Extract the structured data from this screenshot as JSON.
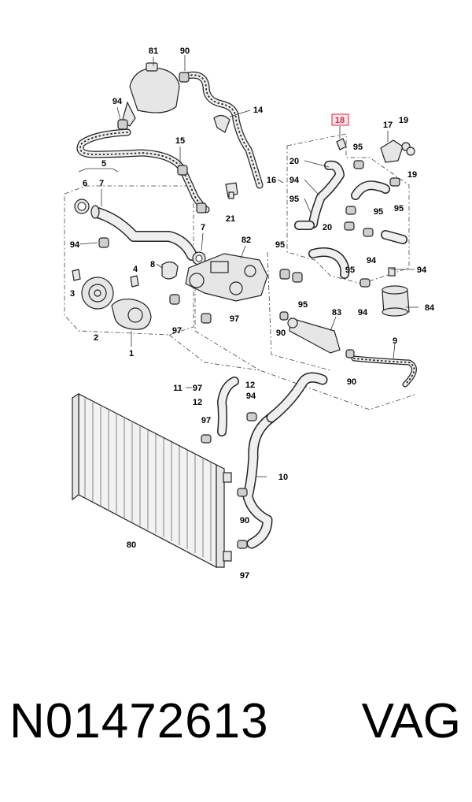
{
  "diagram": {
    "highlighted_label": "18",
    "labels": {
      "l81": "81",
      "l90a": "90",
      "l94a": "94",
      "l14": "14",
      "l18": "18",
      "l17": "17",
      "l19a": "19",
      "l19b": "19",
      "l15": "15",
      "l95a": "95",
      "l5": "5",
      "l6": "6",
      "l7a": "7",
      "l16": "16",
      "l20a": "20",
      "l94b": "94",
      "l95b": "95",
      "l95c": "95",
      "l21": "21",
      "l7b": "7",
      "l95d": "95",
      "l20b": "20",
      "l94c": "94",
      "l8": "8",
      "l82": "82",
      "l95e": "95",
      "l95f": "95",
      "l94d": "94",
      "l94e": "94",
      "l3": "3",
      "l4": "4",
      "l95g": "95",
      "l94f": "94",
      "l84": "84",
      "l97a": "97",
      "l97b": "97",
      "l2": "2",
      "l90b": "90",
      "l83": "83",
      "l9": "9",
      "l1": "1",
      "l90c": "90",
      "l11": "11",
      "l97c": "97",
      "l12a": "12",
      "l12b": "12",
      "l94g": "94",
      "l97d": "97",
      "l10": "10",
      "l90d": "90",
      "l80": "80",
      "l97e": "97"
    },
    "label_colors": {
      "normal": "#000000",
      "highlight": "#d22a4a"
    }
  },
  "footer": {
    "part_number": "N01472613",
    "brand": "VAG"
  }
}
